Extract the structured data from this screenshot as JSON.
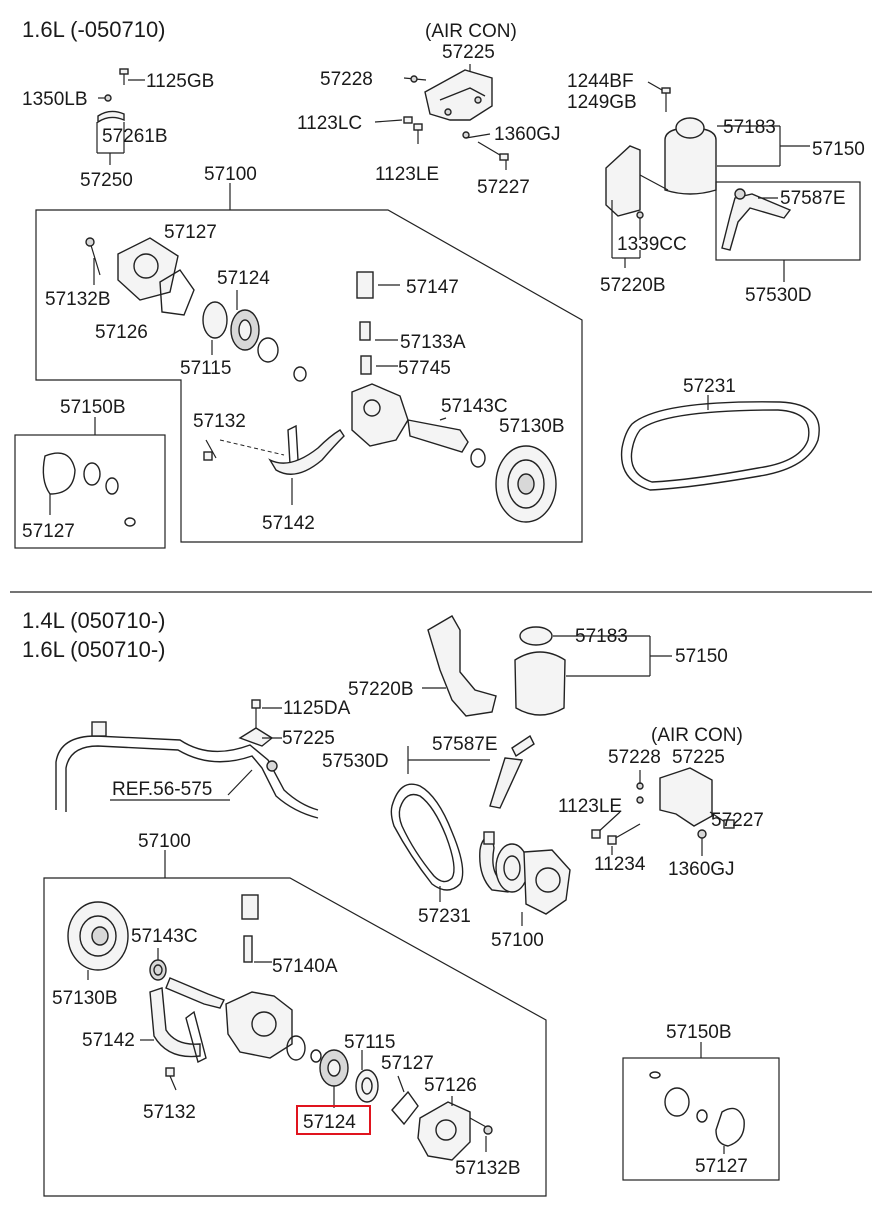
{
  "sections": {
    "top": {
      "title": "1.6L (-050710)"
    },
    "bottom": {
      "title_line1": "1.4L  (050710-)",
      "title_line2": "1.6L  (050710-)"
    }
  },
  "top_labels": {
    "p1125GB": "1125GB",
    "p1350LB": "1350LB",
    "p57261B": "57261B",
    "p57250": "57250",
    "aircon": "(AIR CON)",
    "p57225": "57225",
    "p57228": "57228",
    "p1123LC": "1123LC",
    "p1123LE": "1123LE",
    "p1360GJ": "1360GJ",
    "p57227": "57227",
    "p1244BF": "1244BF",
    "p1249GB": "1249GB",
    "p57183": "57183",
    "p57150": "57150",
    "p57587E": "57587E",
    "p1339CC": "1339CC",
    "p57220B": "57220B",
    "p57530D": "57530D",
    "p57100": "57100",
    "p57127": "57127",
    "p57132B": "57132B",
    "p57124": "57124",
    "p57126": "57126",
    "p57115": "57115",
    "p57147": "57147",
    "p57133A": "57133A",
    "p57745": "57745",
    "p57143C": "57143C",
    "p57130B": "57130B",
    "p57132": "57132",
    "p57142": "57142",
    "p57150B": "57150B",
    "p57127b": "57127",
    "p57231": "57231"
  },
  "bottom_labels": {
    "p57183": "57183",
    "p57150": "57150",
    "p57220B": "57220B",
    "p1125DA": "1125DA",
    "p57225": "57225",
    "p57530D": "57530D",
    "p57587E": "57587E",
    "ref": "REF.56-575",
    "aircon": "(AIR CON)",
    "p57228": "57228",
    "p57225b": "57225",
    "p1123LE": "1123LE",
    "p57227": "57227",
    "p11234": "11234",
    "p1360GJ": "1360GJ",
    "p57100": "57100",
    "p57231": "57231",
    "p57100b": "57100",
    "p57143C": "57143C",
    "p57130B": "57130B",
    "p57140A": "57140A",
    "p57142": "57142",
    "p57132": "57132",
    "p57115": "57115",
    "p57127": "57127",
    "p57126": "57126",
    "p57124": "57124",
    "p57132B": "57132B",
    "p57150B": "57150B",
    "p57127b": "57127"
  },
  "highlight": {
    "part": "57124",
    "color": "#e0141e"
  }
}
